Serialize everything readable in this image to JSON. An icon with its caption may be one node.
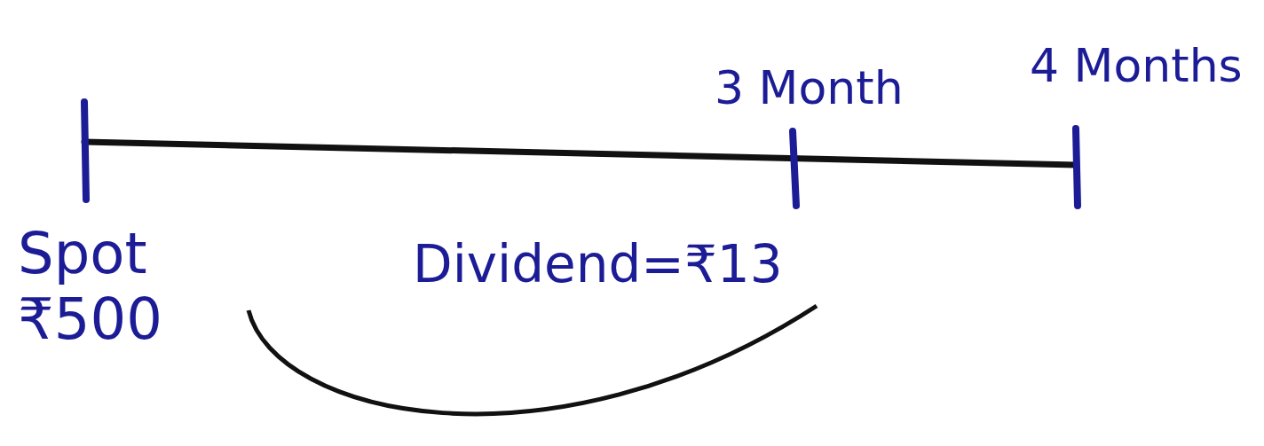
{
  "diagram": {
    "nodes": [
      {
        "text": [
          "Spot ₹500"
        ]
      },
      {
        "text": [
          "Dividend=₹13"
        ]
      }
    ],
    "edges": [
      {
        "from": 0,
        "to": 1,
        "arrow": "none"
      }
    ],
    "labels": [
      "3 Month",
      "4 Months"
    ]
  }
}
